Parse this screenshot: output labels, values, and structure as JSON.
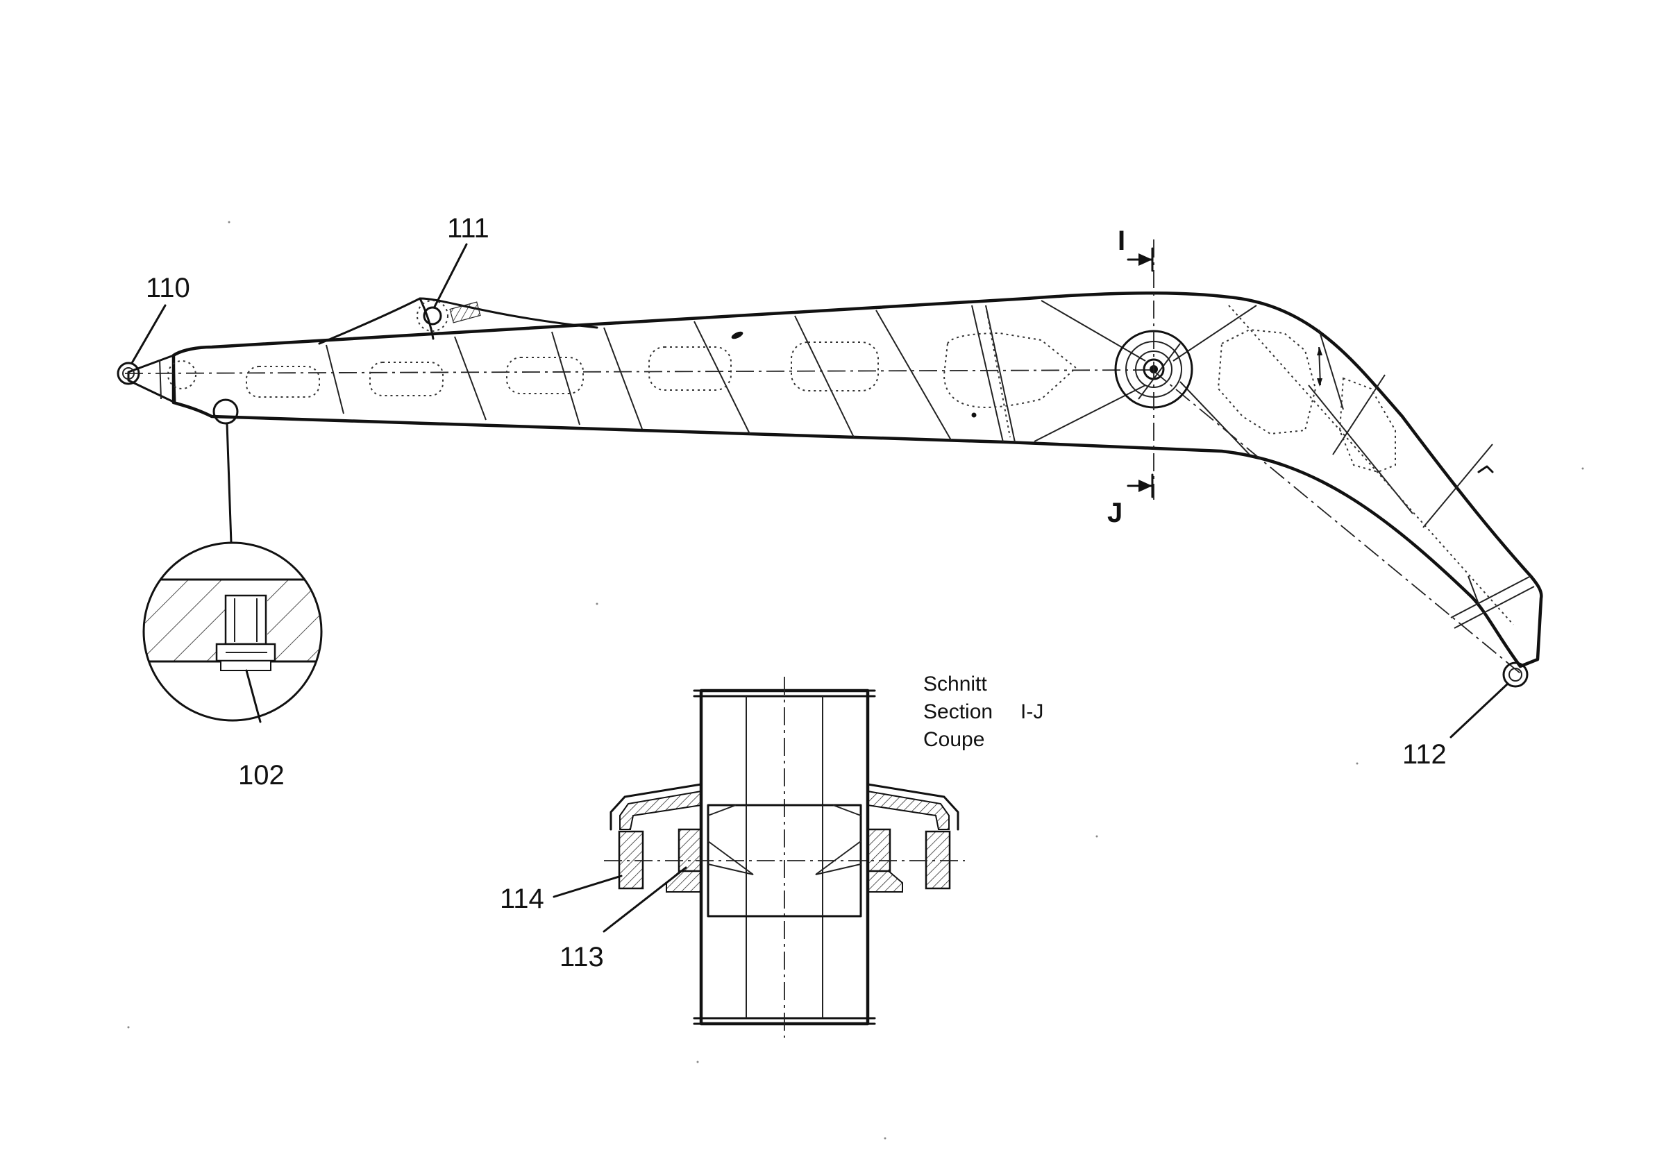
{
  "labels": {
    "pin_left": "110",
    "pin_top": "111",
    "pin_right": "112",
    "detail": "102",
    "section_part_outer": "114",
    "section_part_inner": "113",
    "cut_mark_top": "I",
    "cut_mark_bottom": "J"
  },
  "section_note": {
    "line1": "Schnitt",
    "line2": "Section",
    "line2_suffix": "I-J",
    "line3": "Coupe"
  }
}
